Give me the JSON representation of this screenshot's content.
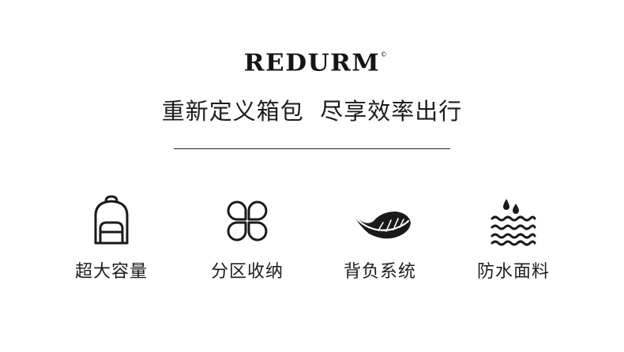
{
  "brand": {
    "name": "REDURM",
    "reg": "©"
  },
  "slogan": "重新定义箱包  尽享效率出行",
  "features": [
    {
      "label": "超大容量",
      "icon": "backpack-icon"
    },
    {
      "label": "分区收纳",
      "icon": "clover-icon"
    },
    {
      "label": "背负系统",
      "icon": "feather-icon"
    },
    {
      "label": "防水面料",
      "icon": "water-waves-icon"
    }
  ]
}
